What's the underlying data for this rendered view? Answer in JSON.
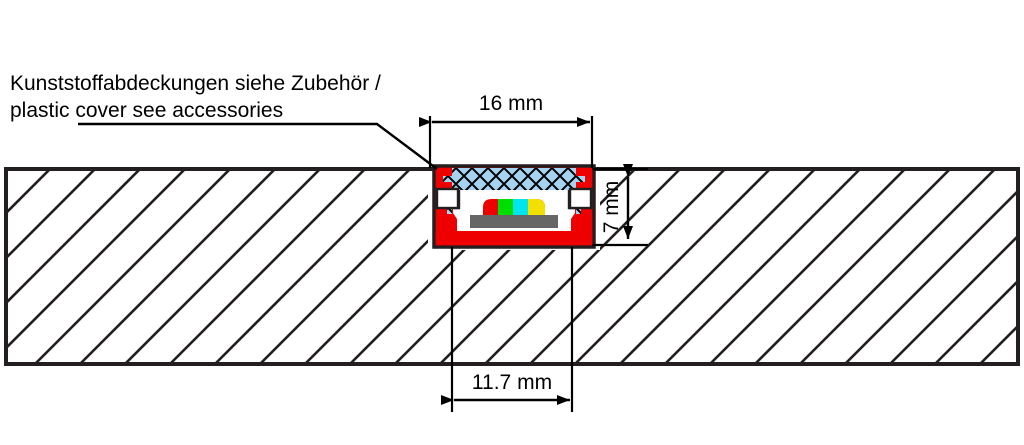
{
  "drawing": {
    "title_note": {
      "name": "cover-note",
      "line1": "Kunststoffabdeckungen siehe Zubehör /",
      "line2": "plastic cover see accessories"
    },
    "dimensions": {
      "width_top": {
        "name": "width-dimension",
        "label": "16 mm",
        "value": 16,
        "unit": "mm",
        "orientation": "horizontal"
      },
      "height_right": {
        "name": "height-dimension",
        "label": "7 mm",
        "value": 7,
        "unit": "mm",
        "orientation": "vertical"
      },
      "width_bottom": {
        "name": "recess-width-dimension",
        "label": "11.7 mm",
        "value": 11.7,
        "unit": "mm",
        "orientation": "horizontal"
      }
    },
    "parts": {
      "substrate": {
        "name": "hatched-substrate",
        "label": "hatched-section",
        "hatch_angle_deg": 45
      },
      "profile": {
        "name": "aluminium-profile",
        "label": "aluminium-profile"
      },
      "cover": {
        "name": "plastic-cover",
        "label": "plastic-cover"
      },
      "led": {
        "name": "led-chip",
        "label": "led-chip",
        "segments": [
          "red",
          "green",
          "cyan",
          "yellow"
        ]
      },
      "pcb": {
        "name": "led-strip-pcb",
        "label": "led-strip-pcb"
      }
    },
    "colors": {
      "outline": "#231f20",
      "profile_red": "#ee0000",
      "cover_blue": "#a6d3f2",
      "cover_hatch": "#000000",
      "pcb_gray": "#666666",
      "led_red": "#ee0000",
      "led_green": "#00dd00",
      "led_cyan": "#00e5ee",
      "led_yellow": "#f2e000",
      "background": "#ffffff"
    }
  }
}
